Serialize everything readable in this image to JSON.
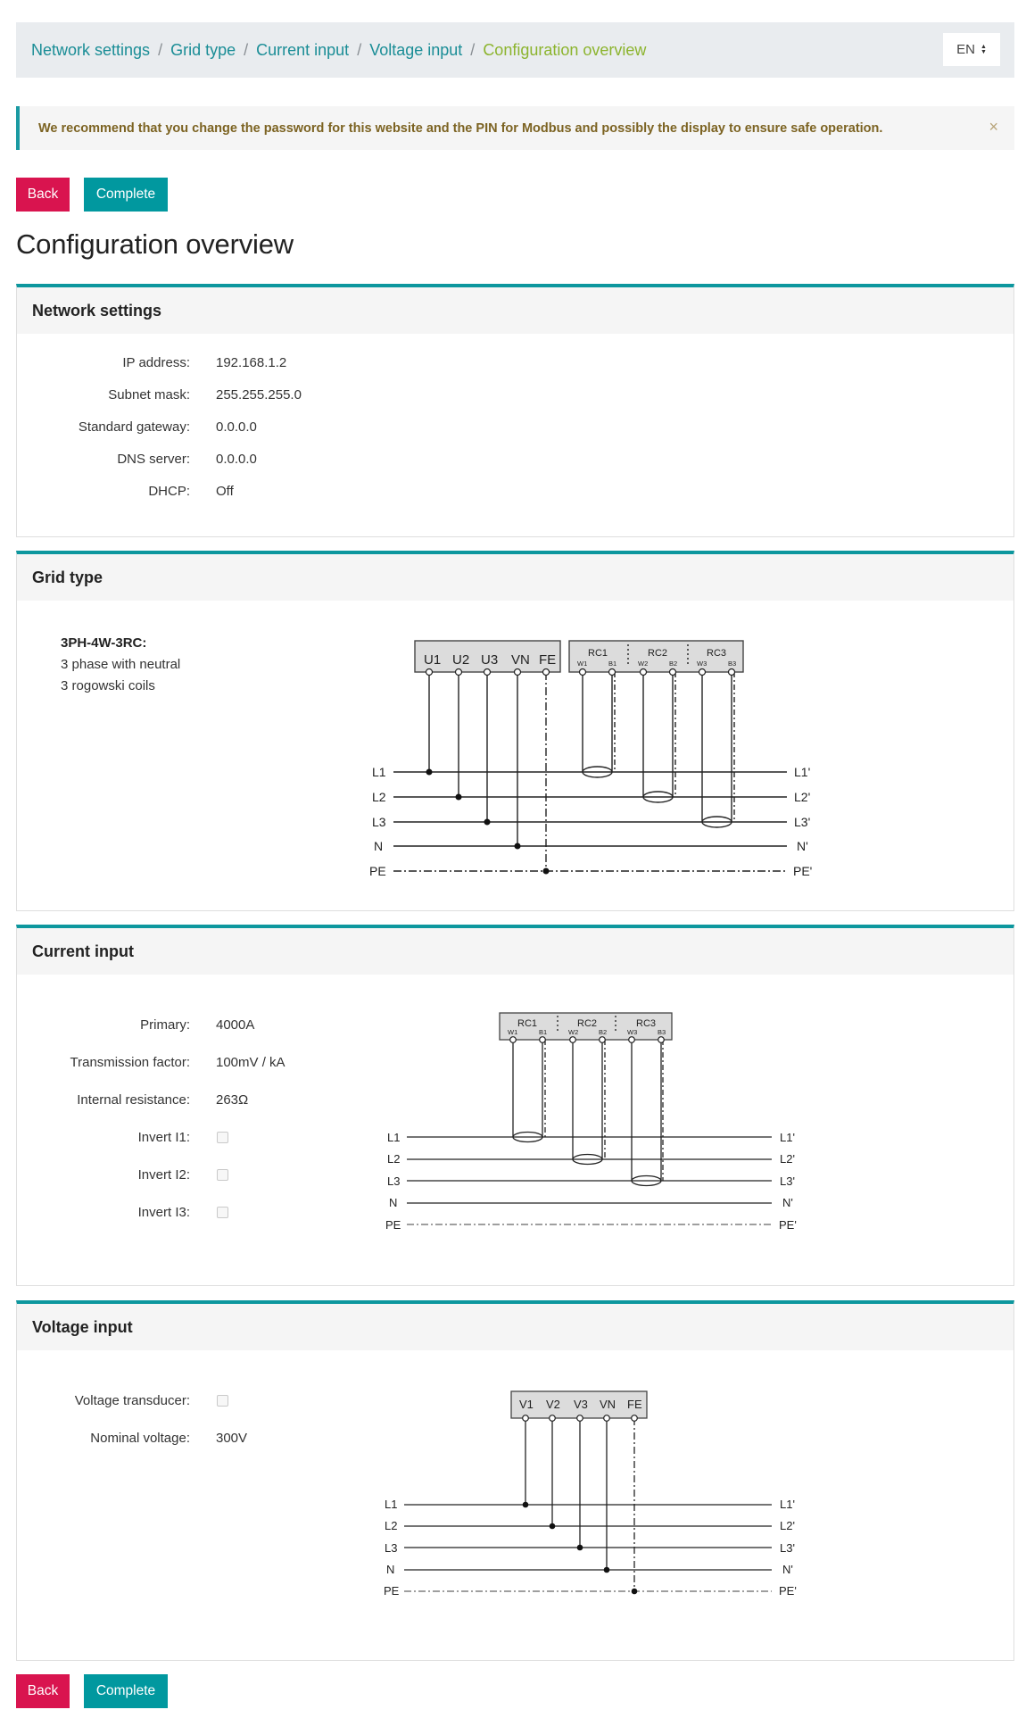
{
  "breadcrumb": {
    "items": [
      {
        "label": "Network settings",
        "active": false
      },
      {
        "label": "Grid type",
        "active": false
      },
      {
        "label": "Current input",
        "active": false
      },
      {
        "label": "Voltage input",
        "active": false
      },
      {
        "label": "Configuration overview",
        "active": true
      }
    ],
    "separator": "/"
  },
  "language": {
    "selected": "EN"
  },
  "alert": {
    "message": "We recommend that you change the password for this website and the PIN for Modbus and possibly the display to ensure safe operation.",
    "close_icon": "×"
  },
  "actions": {
    "back_label": "Back",
    "complete_label": "Complete"
  },
  "page_title": "Configuration overview",
  "colors": {
    "primary": "#01989f",
    "danger": "#d9144f",
    "breadcrumb_link": "#1a8d96",
    "breadcrumb_active": "#8cb42e",
    "alert_text": "#7c6322"
  },
  "network": {
    "title": "Network settings",
    "rows": [
      {
        "label": "IP address:",
        "value": "192.168.1.2"
      },
      {
        "label": "Subnet mask:",
        "value": "255.255.255.0"
      },
      {
        "label": "Standard gateway:",
        "value": "0.0.0.0"
      },
      {
        "label": "DNS server:",
        "value": "0.0.0.0"
      },
      {
        "label": "DHCP:",
        "value": "Off"
      }
    ]
  },
  "grid": {
    "title": "Grid type",
    "code": "3PH-4W-3RC:",
    "line1": "3 phase with neutral",
    "line2": "3 rogowski coils",
    "diagram": {
      "voltage_terminals": [
        "U1",
        "U2",
        "U3",
        "VN",
        "FE"
      ],
      "coils": [
        "RC1",
        "RC2",
        "RC3"
      ],
      "coil_terminals": [
        "W1",
        "B1",
        "W2",
        "B2",
        "W3",
        "B3"
      ],
      "lines_left": [
        "L1",
        "L2",
        "L3",
        "N",
        "PE"
      ],
      "lines_right": [
        "L1'",
        "L2'",
        "L3'",
        "N'",
        "PE'"
      ]
    }
  },
  "current": {
    "title": "Current input",
    "rows": [
      {
        "label": "Primary:",
        "value": "4000A"
      },
      {
        "label": "Transmission factor:",
        "value": "100mV / kA"
      },
      {
        "label": "Internal resistance:",
        "value": "263Ω"
      },
      {
        "label": "Invert I1:",
        "checked": false
      },
      {
        "label": "Invert I2:",
        "checked": false
      },
      {
        "label": "Invert I3:",
        "checked": false
      }
    ],
    "diagram": {
      "coils": [
        "RC1",
        "RC2",
        "RC3"
      ],
      "coil_terminals": [
        "W1",
        "B1",
        "W2",
        "B2",
        "W3",
        "B3"
      ],
      "lines_left": [
        "L1",
        "L2",
        "L3",
        "N",
        "PE"
      ],
      "lines_right": [
        "L1'",
        "L2'",
        "L3'",
        "N'",
        "PE'"
      ]
    }
  },
  "voltage": {
    "title": "Voltage input",
    "rows": [
      {
        "label": "Voltage transducer:",
        "checked": false
      },
      {
        "label": "Nominal voltage:",
        "value": "300V"
      }
    ],
    "diagram": {
      "voltage_terminals": [
        "V1",
        "V2",
        "V3",
        "VN",
        "FE"
      ],
      "lines_left": [
        "L1",
        "L2",
        "L3",
        "N",
        "PE"
      ],
      "lines_right": [
        "L1'",
        "L2'",
        "L3'",
        "N'",
        "PE'"
      ]
    }
  }
}
